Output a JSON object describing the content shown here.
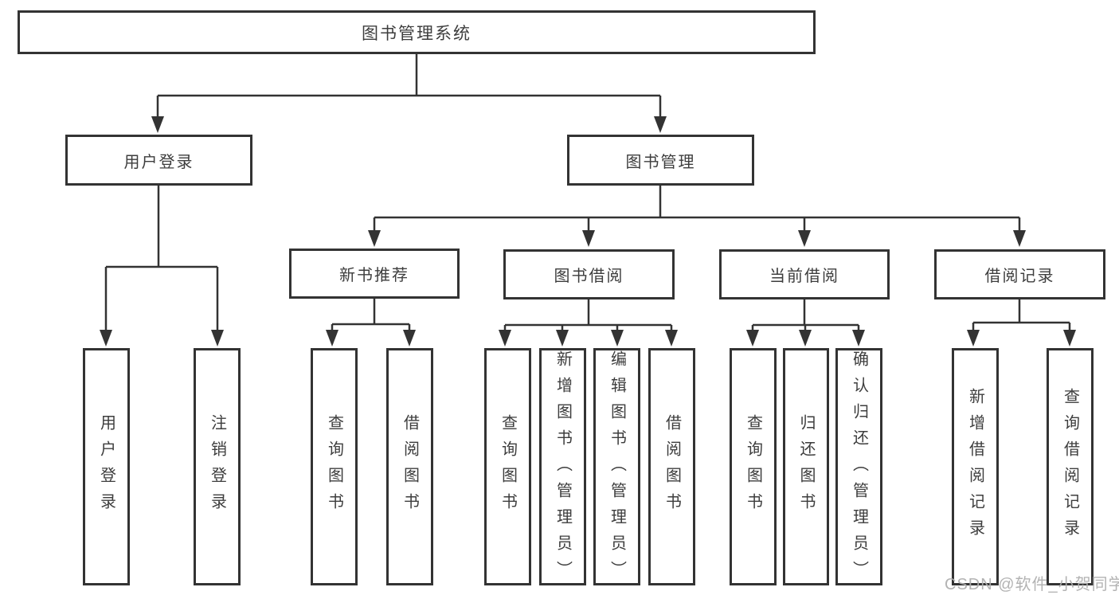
{
  "tree": {
    "label": "图书管理系统",
    "children": [
      {
        "label": "用户登录",
        "children": [
          {
            "label": "用户登录"
          },
          {
            "label": "注销登录"
          }
        ]
      },
      {
        "label": "图书管理",
        "children": [
          {
            "label": "新书推荐",
            "children": [
              {
                "label": "查询图书"
              },
              {
                "label": "借阅图书"
              }
            ]
          },
          {
            "label": "图书借阅",
            "children": [
              {
                "label": "查询图书"
              },
              {
                "label": "新增图书（管理员）"
              },
              {
                "label": "编辑图书（管理员）"
              },
              {
                "label": "借阅图书"
              }
            ]
          },
          {
            "label": "当前借阅",
            "children": [
              {
                "label": "查询图书"
              },
              {
                "label": "归还图书"
              },
              {
                "label": "确认归还（管理员）"
              }
            ]
          },
          {
            "label": "借阅记录",
            "children": [
              {
                "label": "新增借阅记录"
              },
              {
                "label": "查询借阅记录"
              }
            ]
          }
        ]
      }
    ]
  },
  "watermark": "CSDN @软件_小贺同学",
  "colors": {
    "line": "#333333",
    "border": "#333333",
    "text": "#3d3d3d",
    "watermark": "#afafaf",
    "background": "#ffffff"
  }
}
